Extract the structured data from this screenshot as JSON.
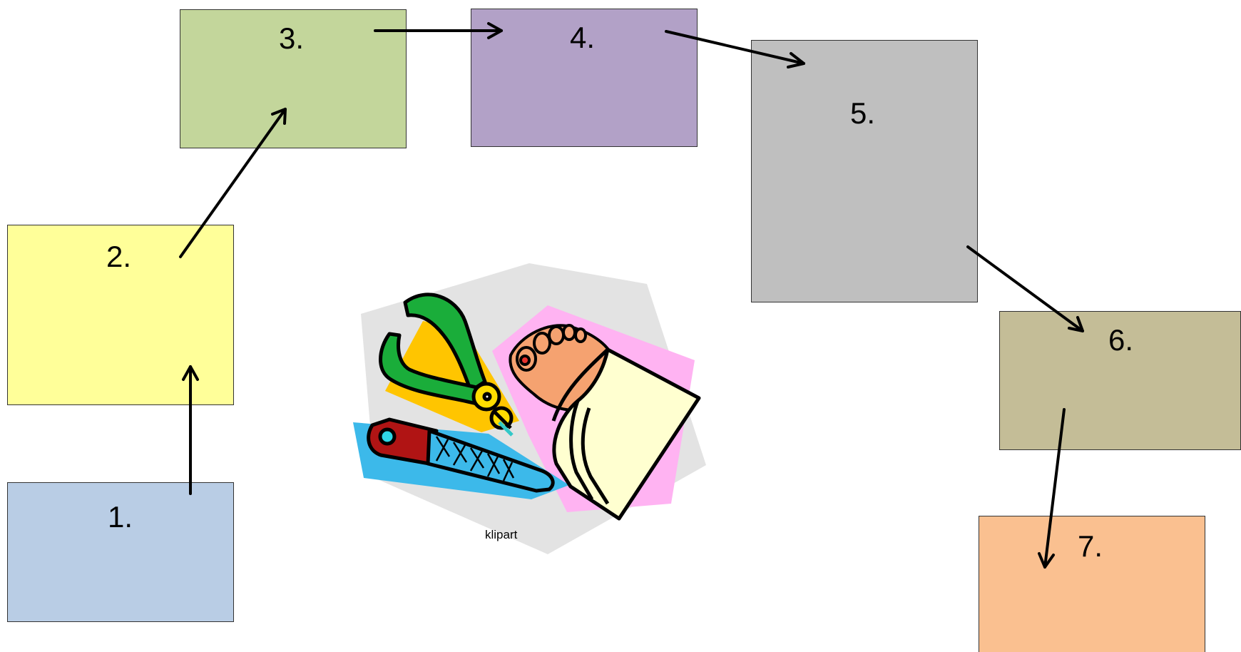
{
  "steps": [
    {
      "id": "1",
      "label": "1.",
      "color": "#b9cde5"
    },
    {
      "id": "2",
      "label": "2.",
      "color": "#ffff99"
    },
    {
      "id": "3",
      "label": "3.",
      "color": "#c3d69b"
    },
    {
      "id": "4",
      "label": "4.",
      "color": "#b2a1c7"
    },
    {
      "id": "5",
      "label": "5.",
      "color": "#bfbfbf"
    },
    {
      "id": "6",
      "label": "6.",
      "color": "#c4bd97"
    },
    {
      "id": "7",
      "label": "7.",
      "color": "#fac090"
    }
  ],
  "connections": [
    {
      "from": "1",
      "to": "2"
    },
    {
      "from": "2",
      "to": "3"
    },
    {
      "from": "3",
      "to": "4"
    },
    {
      "from": "4",
      "to": "5"
    },
    {
      "from": "5",
      "to": "6"
    },
    {
      "from": "6",
      "to": "7"
    }
  ],
  "clipart": {
    "caption": "klipart",
    "icon": "pedicure-tools-clipart"
  }
}
